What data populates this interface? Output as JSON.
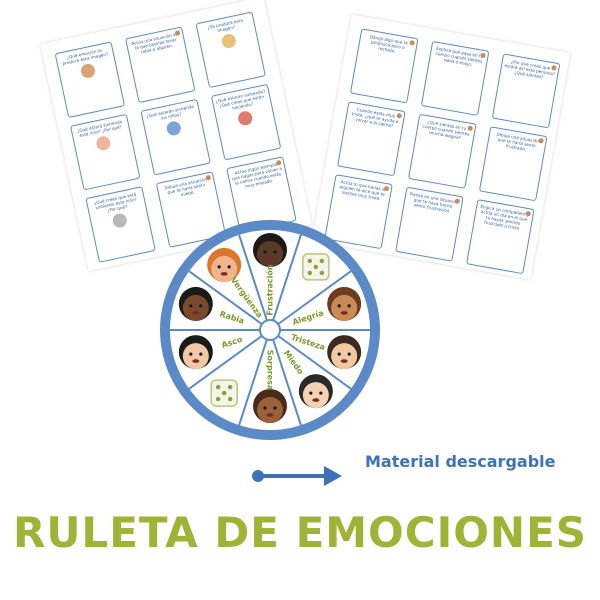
{
  "left_cards": [
    {
      "text": "¿Qué emoción te produce esta imagen?",
      "pic": "#d9a37a"
    },
    {
      "text": "Actúa una situación en la que podrías tener rabia a alguien.",
      "pic": ""
    },
    {
      "text": "¿Se produce esta imagen?",
      "pic": "#e8c27a"
    },
    {
      "text": "¿Qué estará sintiendo este niño? ¿Por qué?",
      "pic": "#f0b5a0"
    },
    {
      "text": "¿Qué estarán sintiendo los niños?",
      "pic": "#7aa5d6"
    },
    {
      "text": "¿Qué estarán sintiendo? ¿Qué crees que están haciendo?",
      "pic": "#e07a6a"
    },
    {
      "text": "¿Qué crees que está sintiendo este niño? ¿Por qué?",
      "pic": "#b8b8b8"
    },
    {
      "text": "Dibuja una situación que te haría sentir miedo.",
      "pic": ""
    },
    {
      "text": "Actúa algún ejemplo que hagas para volver a la calma cuando estás muy enojado.",
      "pic": ""
    }
  ],
  "right_cards": [
    {
      "text": "Dibuja algo que te produzca asco o rechazo."
    },
    {
      "text": "Explica qué pasa en tu cuerpo cuando sientes rabia o enojo."
    },
    {
      "text": "¿Por qué crees que estará así esta persona? ¿Qué sientes?"
    },
    {
      "text": "Cuando estás muy triste, ¿qué te ayuda a volver a la calma?"
    },
    {
      "text": "¿Qué sientes en tu cuerpo cuando sientes mucha alegría?"
    },
    {
      "text": "Dibuja una situación que te haría sentir frustrado."
    },
    {
      "text": "Actúa lo que harías si alguien te dice que te sientes muy triste."
    },
    {
      "text": "Piensa en una situación que te haya hecho sentir frustración."
    },
    {
      "text": "Elige a un compañero y actúa un día en el que te hayas sentido frustrado o triste."
    }
  ],
  "wheel": {
    "labels": [
      "Alegría",
      "Tristeza",
      "Miedo",
      "Sorpresa",
      "Asco",
      "Rabia",
      "Vergüenza",
      "Frustración"
    ]
  },
  "caption": "Material descargable",
  "title": "RULETA DE EMOCIONES",
  "colors": {
    "accent_blue": "#3d72b8",
    "title_green": "#9eb436",
    "label_green": "#7a9a2a",
    "card_border": "#5b8ac6"
  }
}
